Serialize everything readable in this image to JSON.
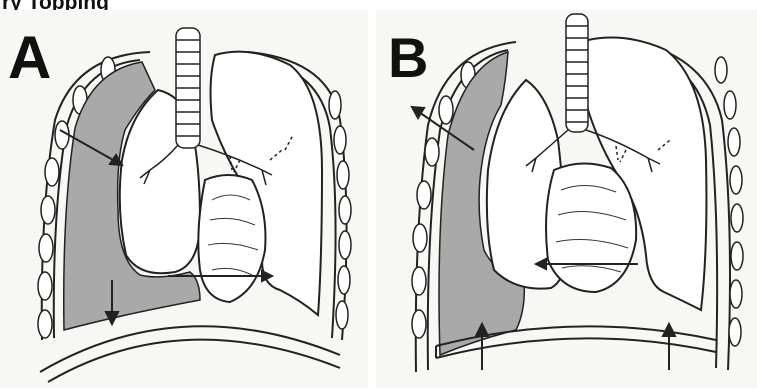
{
  "caption": {
    "text": "ry Topping"
  },
  "panels": [
    {
      "letter": "A"
    },
    {
      "letter": "B"
    }
  ],
  "colors": {
    "background": "#f7f7f4",
    "effusion_fill": "#a9a9a9",
    "line": "#222222"
  }
}
